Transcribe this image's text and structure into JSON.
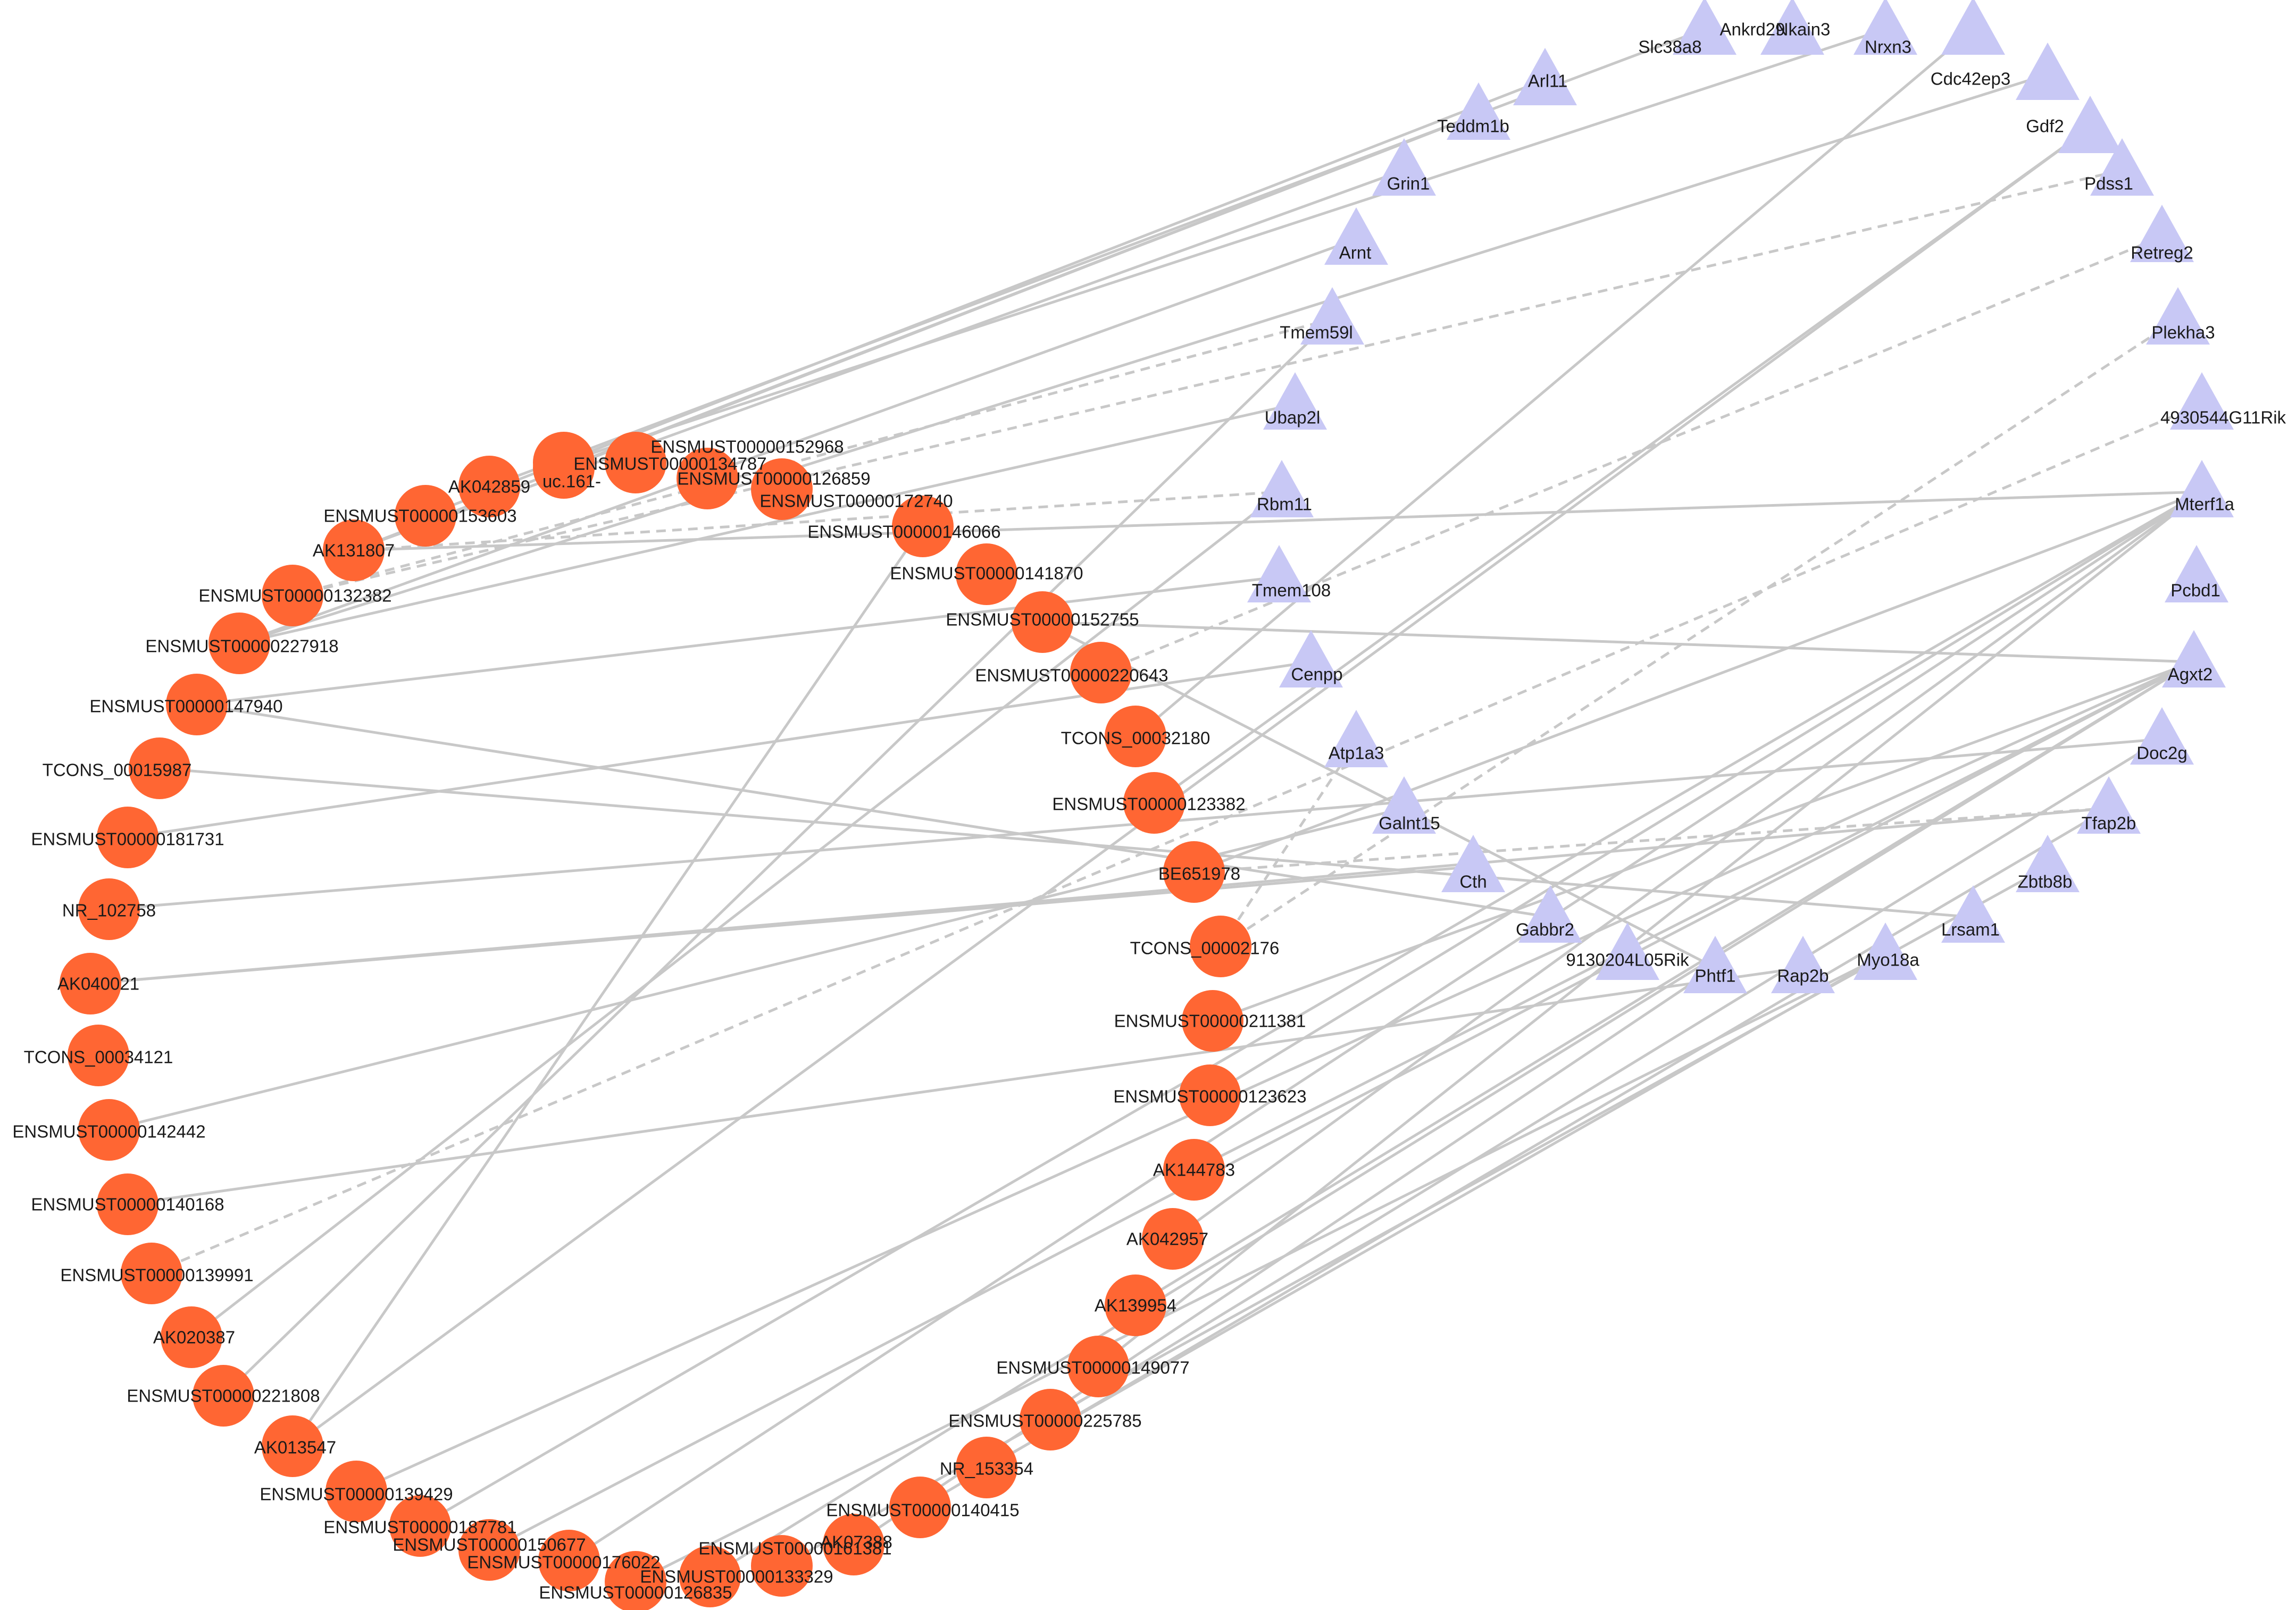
{
  "colors": {
    "lncrna_node": "#ff6633",
    "mrna_node": "#c8c8f5",
    "edge": "#c8c8c8"
  },
  "node_shapes": {
    "lncRNA": "circle",
    "mRNA": "triangle"
  },
  "lncrnas": [
    "ENSMUST00000152968",
    "ENSMUST00000134787",
    "uc.161-",
    "AK042859",
    "ENSMUST00000153603",
    "ENSMUST00000126859",
    "ENSMUST00000172740",
    "AK131807",
    "ENSMUST00000146066",
    "ENSMUST00000132382",
    "ENSMUST00000141870",
    "ENSMUST00000227918",
    "ENSMUST00000152755",
    "ENSMUST00000147940",
    "ENSMUST00000220643",
    "TCONS_00015987",
    "TCONS_00032180",
    "ENSMUST00000181731",
    "ENSMUST00000123382",
    "NR_102758",
    "BE651978",
    "AK040021",
    "TCONS_00002176",
    "TCONS_00034121",
    "ENSMUST00000211381",
    "ENSMUST00000142442",
    "ENSMUST00000123623",
    "ENSMUST00000140168",
    "AK144783",
    "ENSMUST00000139991",
    "AK042957",
    "AK020387",
    "AK139954",
    "ENSMUST00000221808",
    "ENSMUST00000149077",
    "AK013547",
    "ENSMUST00000225785",
    "ENSMUST00000139429",
    "NR_153354",
    "ENSMUST00000187781",
    "ENSMUST00000140415",
    "ENSMUST00000150677",
    "AK07388",
    "ENSMUST00000176022",
    "ENSMUST00000161381",
    "ENSMUST00000133329",
    "ENSMUST00000126835"
  ],
  "mrnas": [
    "Slc38a8",
    "Ankrd29",
    "Nkain3",
    "Nrxn3",
    "Arl11",
    "Cdc42ep3",
    "Teddm1b",
    "Gdf2",
    "Grin1",
    "Pdss1",
    "Arnt",
    "Retreg2",
    "Tmem59l",
    "Plekha3",
    "Ubap2l",
    "4930544G11Rik",
    "Rbm11",
    "Mterf1a",
    "Tmem108",
    "Pcbd1",
    "Cenpp",
    "Agxt2",
    "Atp1a3",
    "Doc2g",
    "Galnt15",
    "Tfap2b",
    "Cth",
    "Zbtb8b",
    "Gabbr2",
    "Lrsam1",
    "9130204L05Rik",
    "Phtf1",
    "Rap2b",
    "Myo18a"
  ],
  "edges": [
    [
      "ENSMUST00000153603",
      "Arl11",
      "solid"
    ],
    [
      "AK042859",
      "Slc38a8",
      "solid"
    ],
    [
      "uc.161-",
      "Teddm1b",
      "solid"
    ],
    [
      "ENSMUST00000134787",
      "Nkain3",
      "solid"
    ],
    [
      "AK131807",
      "Teddm1b",
      "solid"
    ],
    [
      "AK131807",
      "Grin1",
      "solid"
    ],
    [
      "AK131807",
      "Rbm11",
      "dashed"
    ],
    [
      "AK131807",
      "Mterf1a",
      "solid"
    ],
    [
      "ENSMUST00000132382",
      "Tmem59l",
      "dashed"
    ],
    [
      "ENSMUST00000132382",
      "Pdss1",
      "dashed"
    ],
    [
      "ENSMUST00000227918",
      "Cdc42ep3",
      "solid"
    ],
    [
      "ENSMUST00000227918",
      "Ubap2l",
      "solid"
    ],
    [
      "ENSMUST00000227918",
      "Arnt",
      "solid"
    ],
    [
      "ENSMUST00000147940",
      "Tmem108",
      "solid"
    ],
    [
      "ENSMUST00000147940",
      "Gabbr2",
      "solid"
    ],
    [
      "ENSMUST00000152755",
      "Agxt2",
      "solid"
    ],
    [
      "ENSMUST00000152755",
      "Phtf1",
      "solid"
    ],
    [
      "ENSMUST00000220643",
      "Retreg2",
      "dashed"
    ],
    [
      "TCONS_00032180",
      "Nrxn3",
      "solid"
    ],
    [
      "TCONS_00015987",
      "Lrsam1",
      "solid"
    ],
    [
      "ENSMUST00000181731",
      "Cenpp",
      "solid"
    ],
    [
      "NR_102758",
      "Doc2g",
      "solid"
    ],
    [
      "BE651978",
      "Tfap2b",
      "dashed"
    ],
    [
      "BE651978",
      "Mterf1a",
      "solid"
    ],
    [
      "AK040021",
      "Cth",
      "solid"
    ],
    [
      "AK040021",
      "Tfap2b",
      "solid"
    ],
    [
      "TCONS_00002176",
      "Atp1a3",
      "dashed"
    ],
    [
      "TCONS_00002176",
      "Plekha3",
      "dashed"
    ],
    [
      "ENSMUST00000211381",
      "Agxt2",
      "solid"
    ],
    [
      "ENSMUST00000142442",
      "Galnt15",
      "solid"
    ],
    [
      "ENSMUST00000140168",
      "Rap2b",
      "solid"
    ],
    [
      "ENSMUST00000139991",
      "4930544G11Rik",
      "dashed"
    ],
    [
      "ENSMUST00000123623",
      "Mterf1a",
      "solid"
    ],
    [
      "AK144783",
      "Agxt2",
      "solid"
    ],
    [
      "AK042957",
      "Mterf1a",
      "solid"
    ],
    [
      "AK020387",
      "Rbm11",
      "solid"
    ],
    [
      "ENSMUST00000221808",
      "Tmem59l",
      "solid"
    ],
    [
      "AK013547",
      "ENSMUST00000146066",
      "solid"
    ],
    [
      "AK013547",
      "Gdf2",
      "solid"
    ],
    [
      "AK139954",
      "Agxt2",
      "solid"
    ],
    [
      "ENSMUST00000149077",
      "Mterf1a",
      "solid"
    ],
    [
      "ENSMUST00000225785",
      "Doc2g",
      "solid"
    ],
    [
      "ENSMUST00000139429",
      "Agxt2",
      "solid"
    ],
    [
      "NR_153354",
      "Myo18a",
      "solid"
    ],
    [
      "ENSMUST00000187781",
      "Mterf1a",
      "solid"
    ],
    [
      "ENSMUST00000140415",
      "Tfap2b",
      "solid"
    ],
    [
      "ENSMUST00000150677",
      "Agxt2",
      "solid"
    ],
    [
      "AK07388",
      "Phtf1",
      "solid"
    ],
    [
      "ENSMUST00000176022",
      "Mterf1a",
      "solid"
    ],
    [
      "ENSMUST00000161381",
      "Zbtb8b",
      "solid"
    ],
    [
      "ENSMUST00000133329",
      "Agxt2",
      "solid"
    ],
    [
      "ENSMUST00000126835",
      "Myo18a",
      "solid"
    ],
    [
      "ENSMUST00000123382",
      "Gdf2",
      "solid"
    ]
  ]
}
